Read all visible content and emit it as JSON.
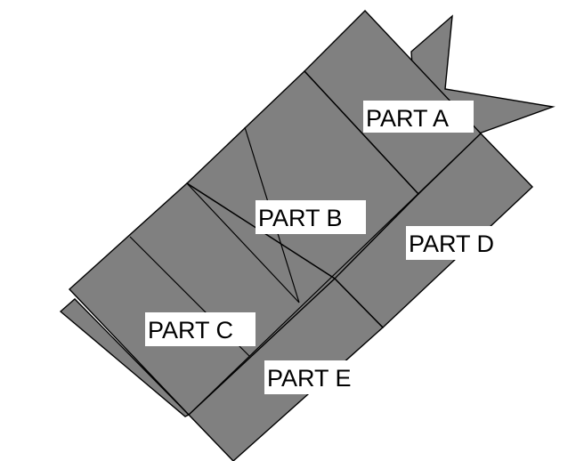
{
  "diagram": {
    "colors": {
      "fill": "#808080",
      "stroke": "#000000",
      "label_background": "#ffffff",
      "background": "#ffffff"
    },
    "parts": [
      {
        "id": "part-a",
        "label": "PART A"
      },
      {
        "id": "part-b",
        "label": "PART B"
      },
      {
        "id": "part-c",
        "label": "PART C"
      },
      {
        "id": "part-d",
        "label": "PART D"
      },
      {
        "id": "part-e",
        "label": "PART E"
      }
    ]
  }
}
